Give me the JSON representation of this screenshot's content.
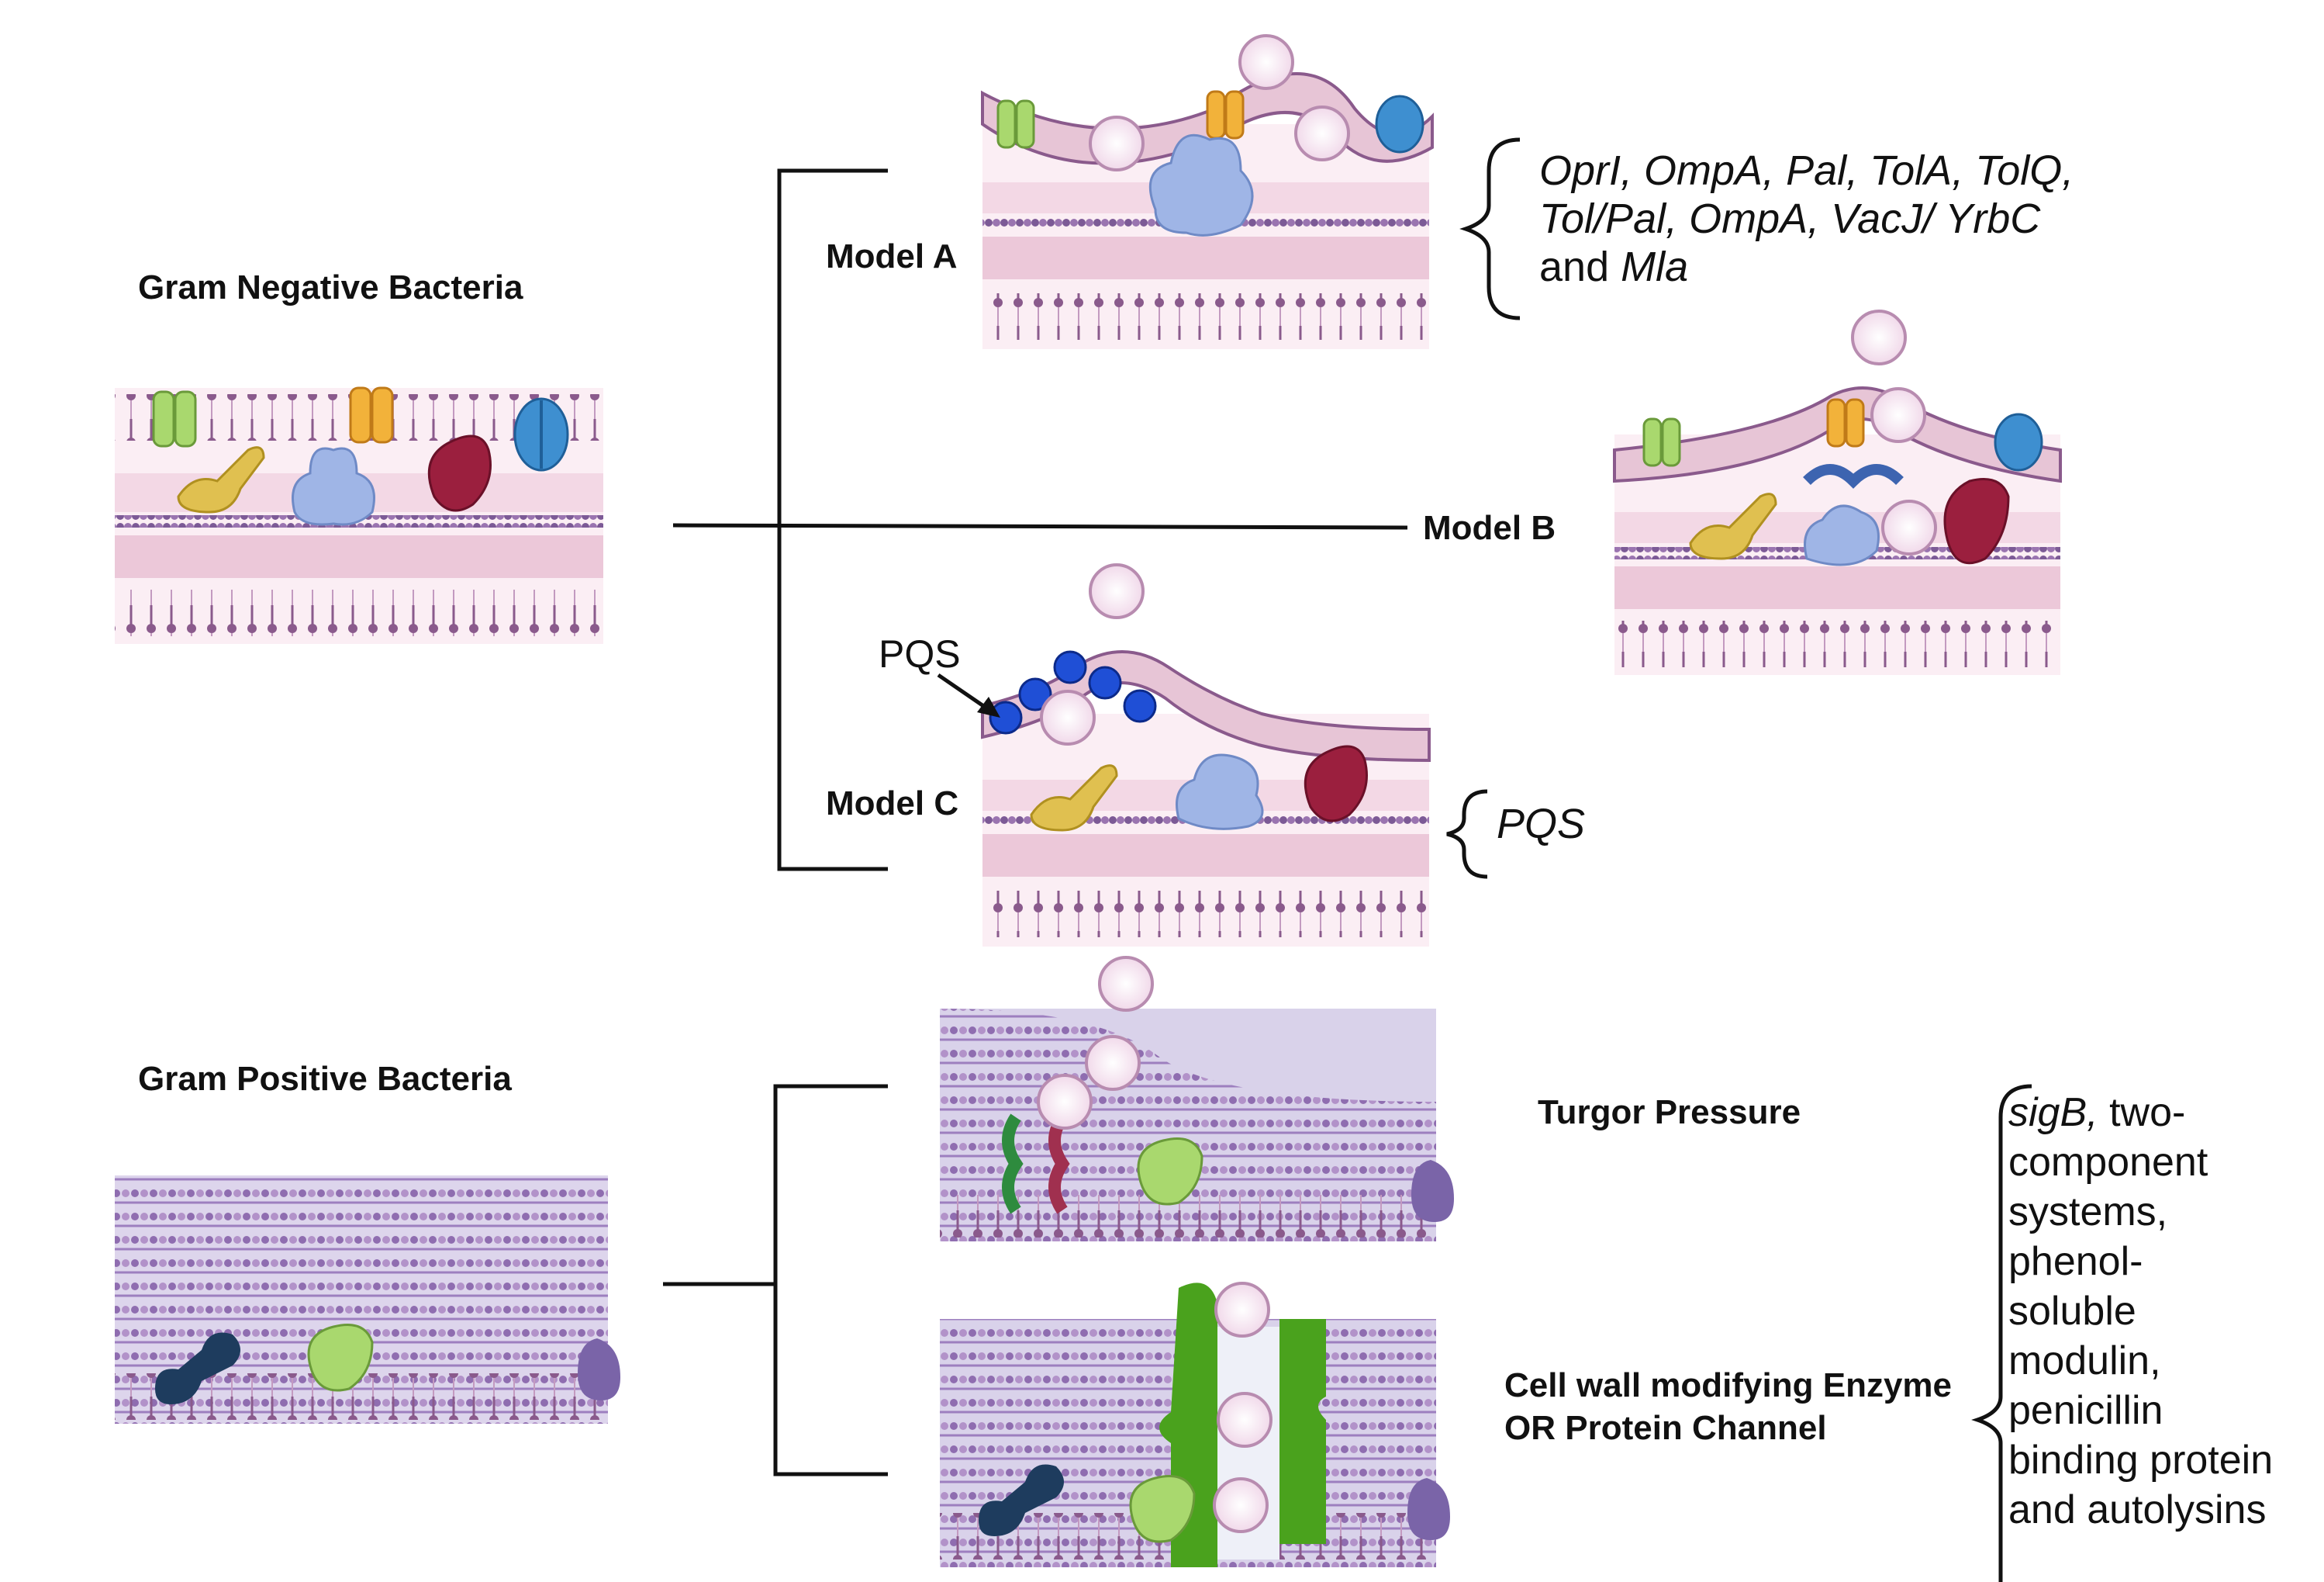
{
  "gram_negative": {
    "title": "Gram Negative Bacteria",
    "model_a": "Model A",
    "model_b": "Model B",
    "model_c": "Model C",
    "model_a_genes_line1": "OprI, OmpA, Pal, TolA, TolQ,",
    "model_a_genes_line2": "Tol/Pal, OmpA, VacJ/ YrbC",
    "model_a_genes_line3_and": "and",
    "model_a_genes_line3_italic": "Mla",
    "pqs_arrow_label": "PQS",
    "model_c_genes": "PQS"
  },
  "gram_positive": {
    "title": "Gram Positive Bacteria",
    "turgor": "Turgor Pressure",
    "enzyme_line1": "Cell wall modifying Enzyme",
    "enzyme_line2": "OR Protein Channel",
    "genes_italic": "sigB,",
    "genes_lines": [
      "two-",
      "component",
      "systems,",
      "phenol-",
      "soluble",
      "modulin,",
      "penicillin",
      "binding protein",
      "and autolysins"
    ]
  },
  "colors": {
    "membrane_pink": "#f6dce8",
    "membrane_band": "#e9c6d6",
    "lipid_purple": "#8a5a8c",
    "gram_pos_fill": "#d9d2ea",
    "pqs_blue": "#1f4fd6",
    "channel_green": "#4aa21d",
    "porin_green": "#a9d86e",
    "porin_orange": "#f2b23a",
    "porin_blue": "#3e8fd0",
    "protein_red": "#9b1f3e",
    "protein_yellow": "#e0c050",
    "protein_lightblue": "#9fb5e6",
    "protein_navy": "#1e3c5e",
    "protein_purple": "#7a64a8"
  }
}
